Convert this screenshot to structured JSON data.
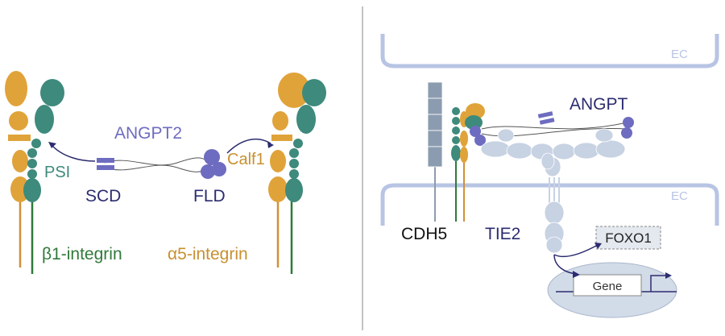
{
  "left_panel": {
    "ligand_label": "ANGPT2",
    "scd_label": "SCD",
    "fld_label": "FLD",
    "psi_label": "PSI",
    "calf1_label": "Calf1",
    "beta_label": "β1-integrin",
    "alpha_label": "α5-integrin"
  },
  "right_panel": {
    "ec_top_label": "EC",
    "ec_bottom_label": "EC",
    "angpt_label": "ANGPT",
    "cdh5_label": "CDH5",
    "tie2_label": "TIE2",
    "foxo1_label": "FOXO1",
    "gene_label": "Gene"
  },
  "colors": {
    "alpha_integrin": "#e0a33a",
    "beta_integrin": "#3e8a7c",
    "angpt": "#6e6cc0",
    "scd_dark": "#2f2f7a",
    "cdh5": "#8c9cb0",
    "tie2": "#c7d2e3",
    "membrane": "#b8c4e4",
    "beta_text": "#2f7a3a",
    "alpha_text": "#c89030",
    "text_dark": "#2c2c70"
  }
}
